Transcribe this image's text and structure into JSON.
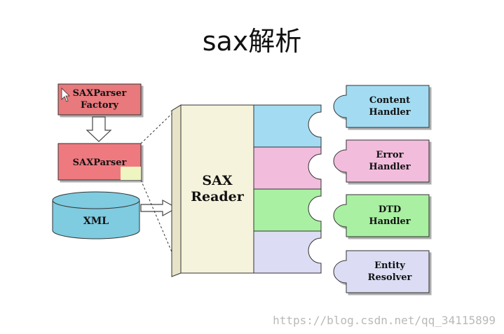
{
  "title": "sax解析",
  "watermark": "https://blog.csdn.net/qq_34115899",
  "factory": {
    "line1": "SAXParser",
    "line2": "Factory"
  },
  "parser": {
    "label": "SAXParser"
  },
  "xml": {
    "label": "XML"
  },
  "reader": {
    "line1": "SAX",
    "line2": "Reader"
  },
  "handlers": [
    {
      "line1": "Content",
      "line2": "Handler",
      "color": "#a3dcf2"
    },
    {
      "line1": "Error",
      "line2": "Handler",
      "color": "#f2bcdc"
    },
    {
      "line1": "DTD",
      "line2": "Handler",
      "color": "#a9f0a2"
    },
    {
      "line1": "Entity",
      "line2": "Resolver",
      "color": "#dcdcf4"
    }
  ],
  "colors": {
    "factory": "#e8797c",
    "parser": "#ee7a80",
    "parser_corner": "#eef5c0",
    "xml": "#7fcbe0",
    "reader": "#f6f3dc"
  }
}
